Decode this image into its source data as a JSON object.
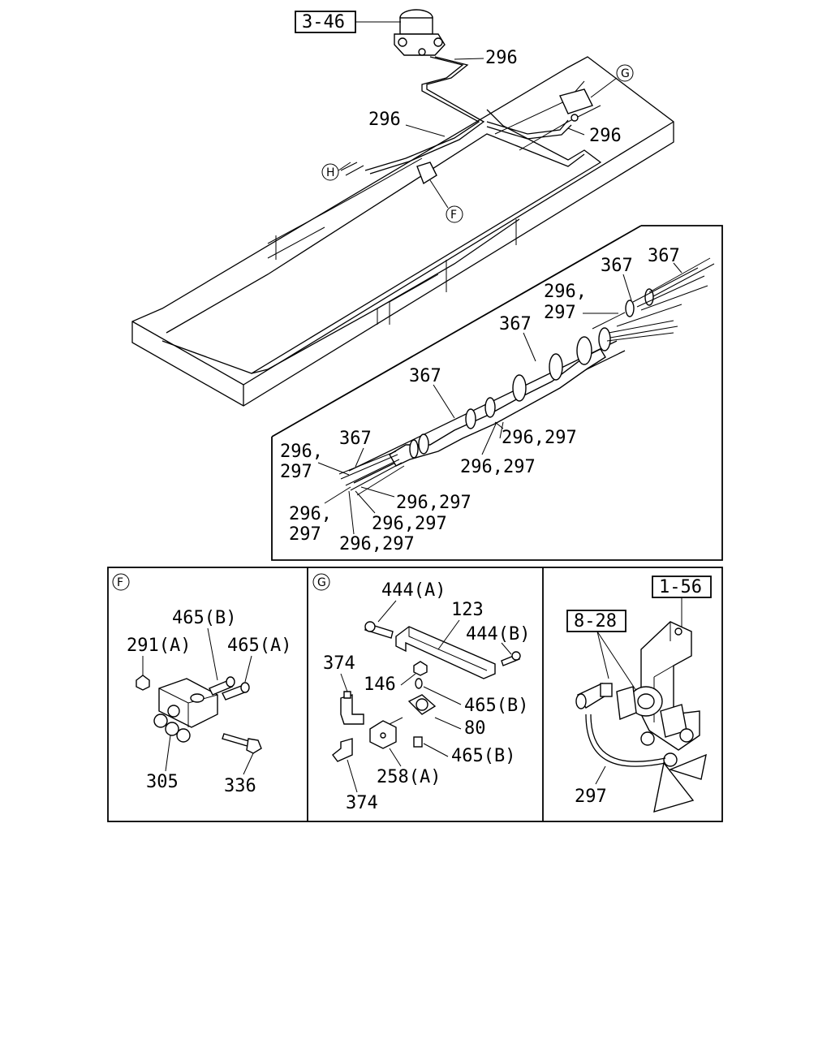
{
  "top": {
    "ref_box": "3-46",
    "labels": {
      "l296_a": "296",
      "l296_b": "296",
      "l296_c": "296",
      "circle_g": "G",
      "circle_h": "H",
      "circle_f": "F"
    }
  },
  "harness": {
    "l367_a": "367",
    "l367_b": "367",
    "l367_c": "367",
    "l367_d": "367",
    "l367_e": "367",
    "l296c_a": "296,",
    "l297_a": "297",
    "l296c_b": "296,",
    "l297_b": "297",
    "l296c_c": "296,",
    "l297_c": "297",
    "pair_a": "296,297",
    "pair_b": "296,297",
    "pair_c": "296,297",
    "pair_d": "296,297",
    "pair_e": "296,297"
  },
  "panel_f": {
    "title": "F",
    "l465b": "465(B)",
    "l291a": "291(A)",
    "l465a": "465(A)",
    "l305": "305",
    "l336": "336"
  },
  "panel_g": {
    "title": "G",
    "l444a": "444(A)",
    "l123": "123",
    "l444b": "444(B)",
    "l374_a": "374",
    "l146": "146",
    "l465b_a": "465(B)",
    "l80": "80",
    "l465b_b": "465(B)",
    "l258a": "258(A)",
    "l374_b": "374"
  },
  "panel_r": {
    "ref_156": "1-56",
    "ref_828": "8-28",
    "l297": "297"
  }
}
